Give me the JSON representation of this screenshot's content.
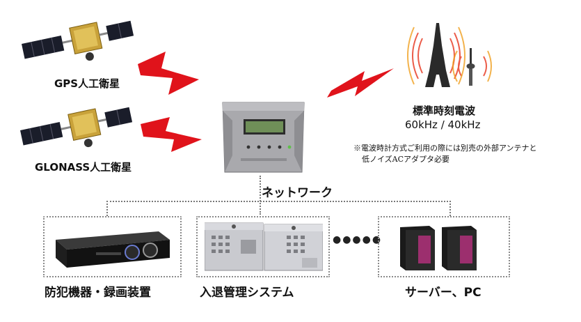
{
  "satellites": [
    {
      "label": "GPS人工衛星",
      "icon": "gps-satellite-icon"
    },
    {
      "label": "GLONASS人工衛星",
      "icon": "glonass-satellite-icon"
    }
  ],
  "radio": {
    "title": "標準時刻電波",
    "freq": "60kHz / 40kHz",
    "note_line1": "※電波時計方式ご利用の際には別売の外部アンテナと",
    "note_line2": "低ノイズACアダプタ必要"
  },
  "network": {
    "label": "ネットワーク"
  },
  "devices": [
    {
      "label": "防犯機器・録画装置"
    },
    {
      "label": "入退管理システム"
    },
    {
      "label": "サーバー、PC"
    }
  ],
  "ellipsis": "●●●●●",
  "colors": {
    "bolt": "#e0131b",
    "device_body": "#a9a9ad",
    "lcd": "#6f8f58",
    "dotted": "#808080"
  }
}
